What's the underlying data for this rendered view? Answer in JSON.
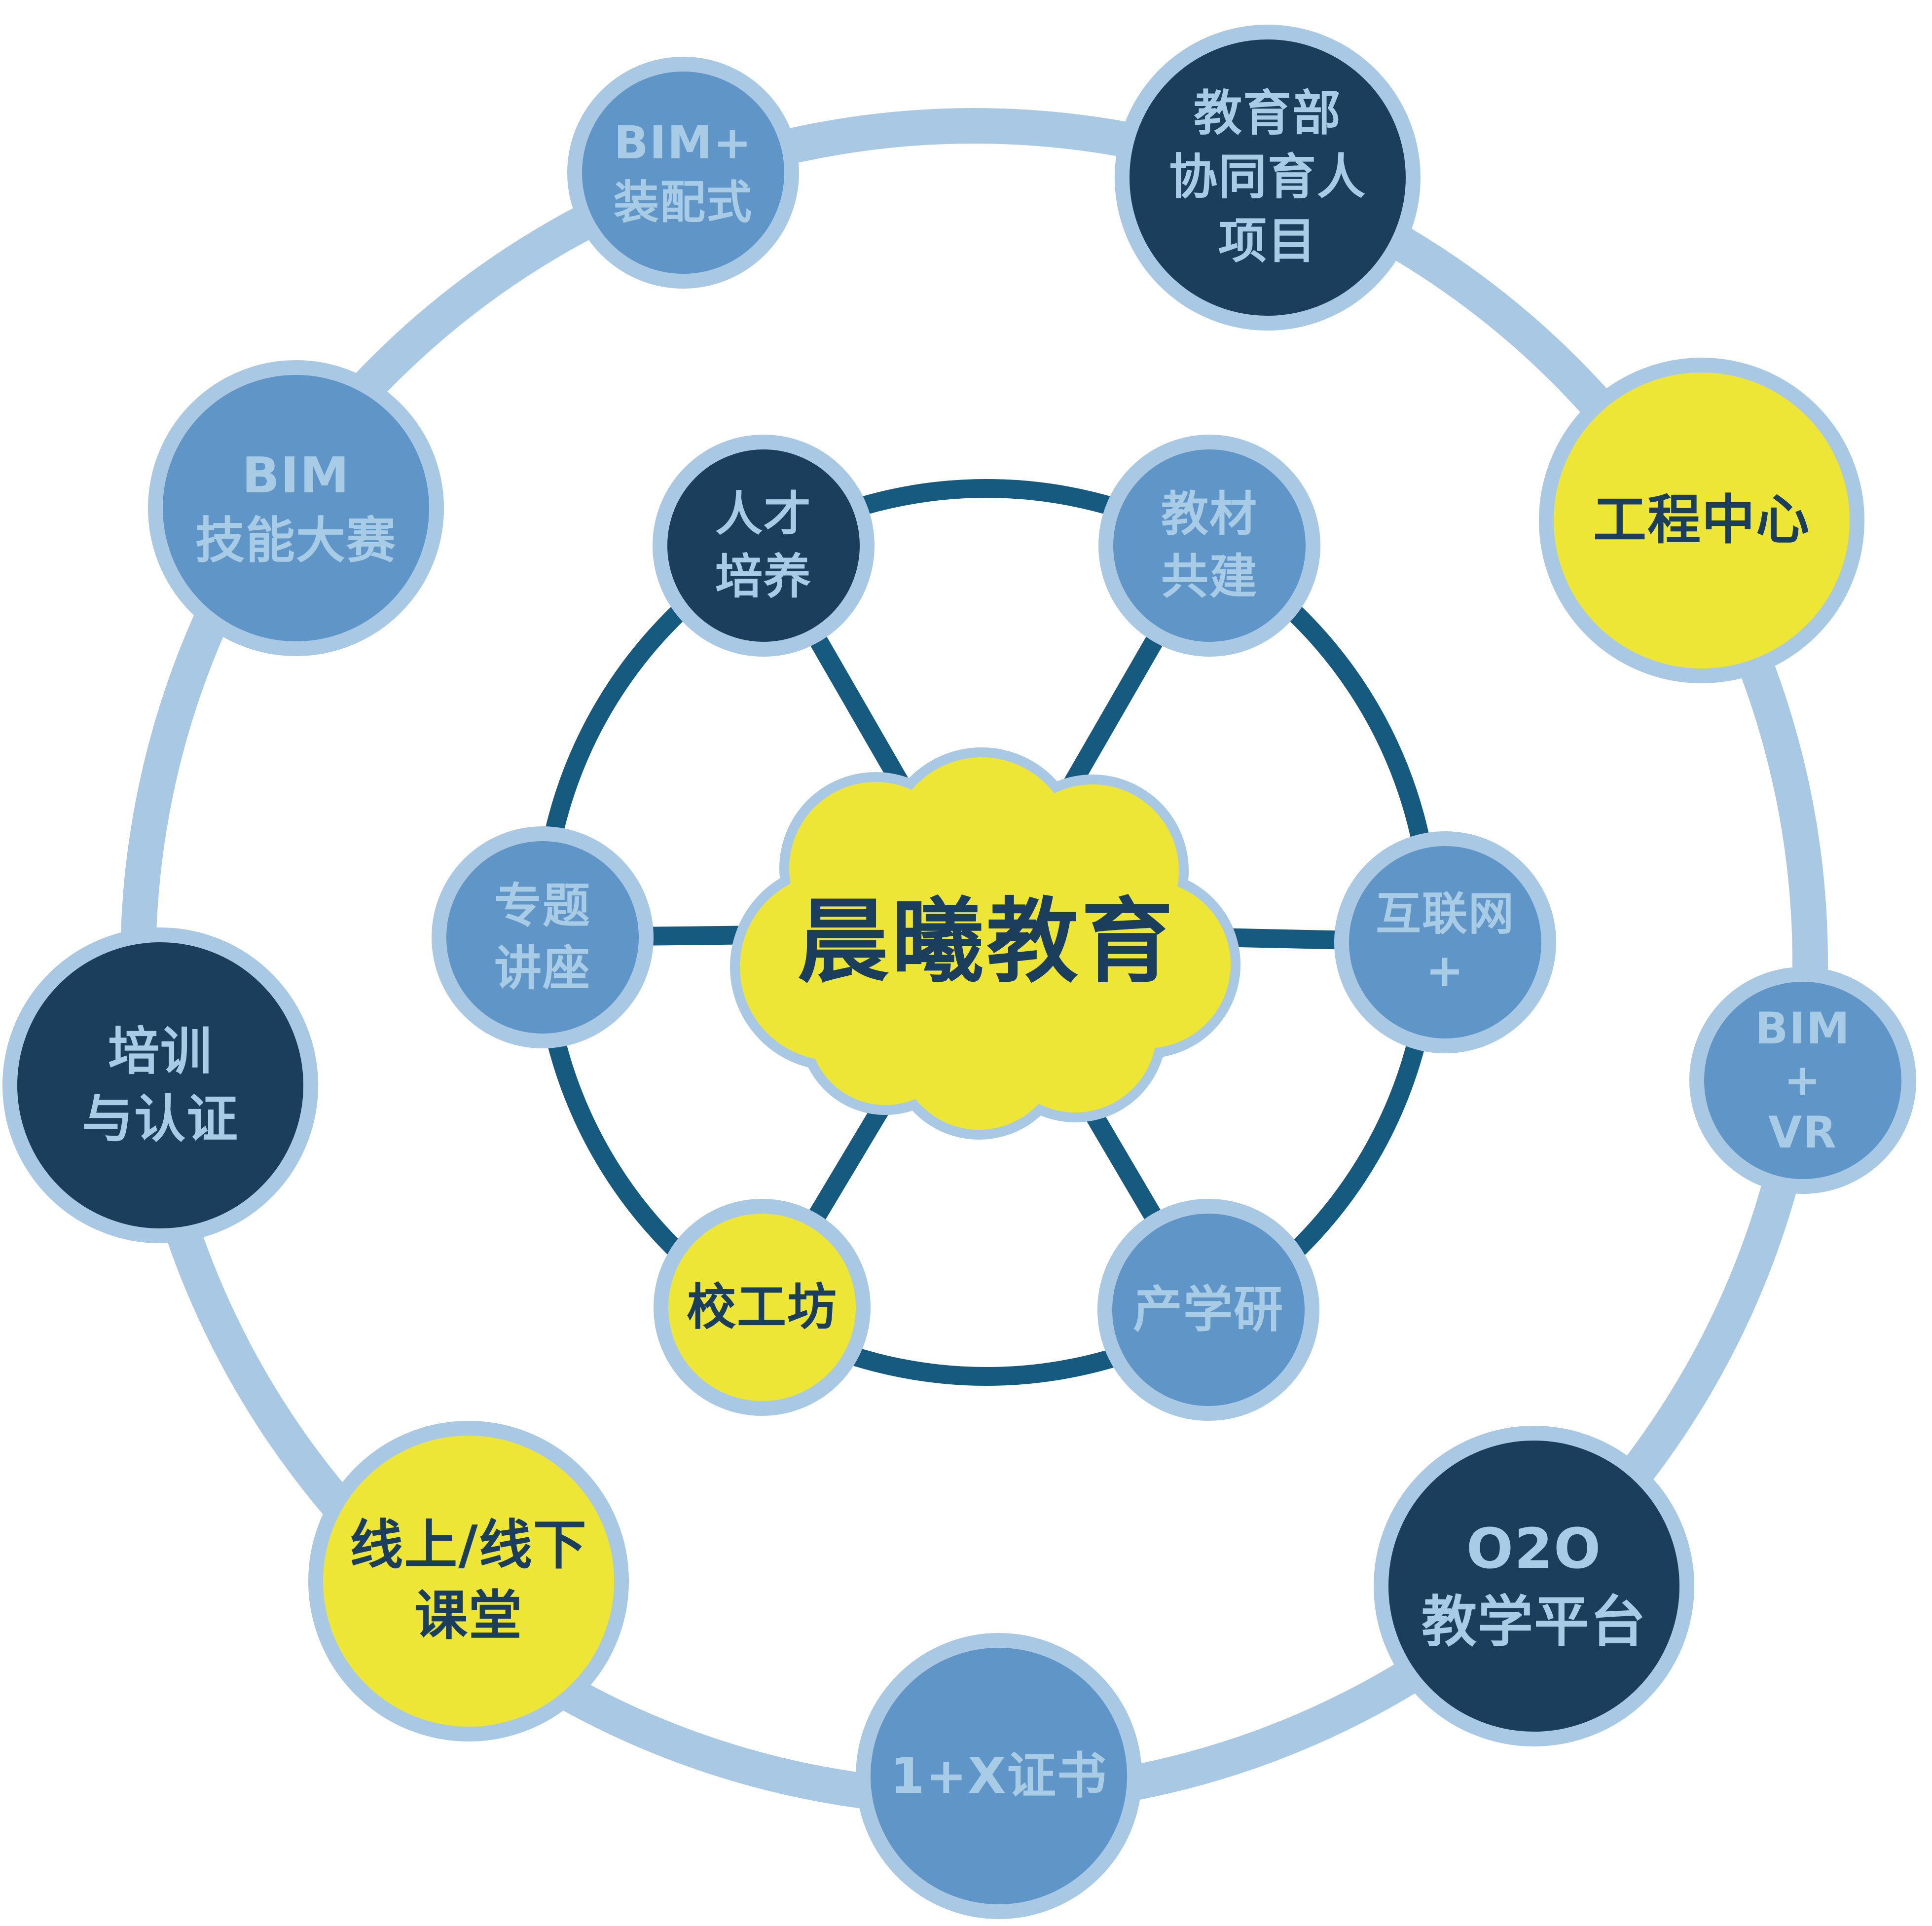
{
  "center": {
    "label": "晨曦教育",
    "shape": "cloud",
    "fill": "#ede637",
    "text_color": "#1b3e5c"
  },
  "nodes": {
    "inner": [
      {
        "id": "talent-cultivation",
        "label": "人才\n培养",
        "style": "dark-navy"
      },
      {
        "id": "textbook-co-construction",
        "label": "教材\n共建",
        "style": "medium-blue"
      },
      {
        "id": "internet-plus",
        "label": "互联网\n+",
        "style": "medium-blue"
      },
      {
        "id": "special-lectures",
        "label": "专题\n讲座",
        "style": "medium-blue"
      },
      {
        "id": "school-workshop",
        "label": "校工坊",
        "style": "yellow"
      },
      {
        "id": "industry-academia-research",
        "label": "产学研",
        "style": "medium-blue"
      }
    ],
    "outer": [
      {
        "id": "bim-assembly",
        "label": "BIM+\n装配式",
        "style": "medium-blue"
      },
      {
        "id": "moe-collab-project",
        "label": "教育部\n协同育人\n项目",
        "style": "dark-navy"
      },
      {
        "id": "engineering-center",
        "label": "工程中心",
        "style": "yellow"
      },
      {
        "id": "bim-vr",
        "label": "BIM\n+\nVR",
        "style": "medium-blue"
      },
      {
        "id": "o2o-platform",
        "label": "O2O\n教学平台",
        "style": "dark-navy"
      },
      {
        "id": "one-plus-x-certificate",
        "label": "1+X证书",
        "style": "medium-blue"
      },
      {
        "id": "online-offline-class",
        "label": "线上/线下\n课堂",
        "style": "yellow"
      },
      {
        "id": "training-certification",
        "label": "培训\n与认证",
        "style": "dark-navy"
      },
      {
        "id": "bim-skills-competition",
        "label": "BIM\n技能大赛",
        "style": "medium-blue"
      }
    ]
  },
  "colors": {
    "outer_ring": "#a9c8e4",
    "node_border": "#a9c8e4",
    "inner_ring_and_spokes": "#175a80",
    "medium_blue_fill": "#6095c7",
    "dark_navy_fill": "#1b3e5c",
    "yellow_fill": "#ede637",
    "light_text": "#a8cbe6",
    "navy_text": "#1b3e5c",
    "background": "#ffffff"
  }
}
